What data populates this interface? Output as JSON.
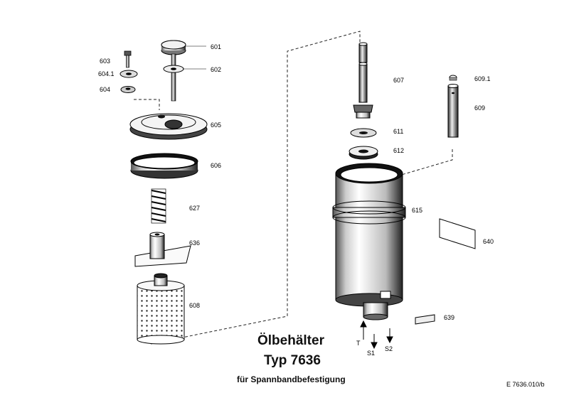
{
  "title": "Ölbehälter",
  "subtitle": "Typ 7636",
  "caption": "für Spannbandbefestigung",
  "reference": "E 7636.010/b",
  "parts": {
    "p603": "603",
    "p6041": "604.1",
    "p604": "604",
    "p601": "601",
    "p602": "602",
    "p605": "605",
    "p606": "606",
    "p627": "627",
    "p636": "636",
    "p608": "608",
    "p607": "607",
    "p6091": "609.1",
    "p609": "609",
    "p611": "611",
    "p612": "612",
    "p615": "615",
    "p640": "640",
    "p639": "639"
  },
  "flow": {
    "t": "T",
    "s1": "S1",
    "s2": "S2"
  }
}
